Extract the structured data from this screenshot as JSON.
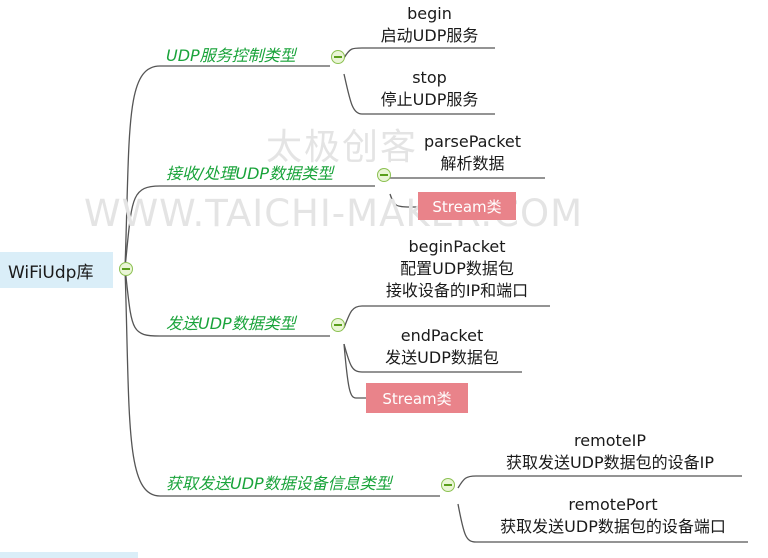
{
  "watermark": {
    "cn": "太极创客",
    "url": "WWW.TAICHI-MAKER.COM"
  },
  "root": {
    "label": "WiFiUdp库"
  },
  "categories": [
    {
      "label": "UDP服务控制类型",
      "items": [
        {
          "title": "begin",
          "desc": "启动UDP服务"
        },
        {
          "title": "stop",
          "desc": "停止UDP服务"
        }
      ]
    },
    {
      "label": "接收/处理UDP数据类型",
      "items": [
        {
          "title": "parsePacket",
          "desc": "解析数据"
        }
      ],
      "tag": "Stream类"
    },
    {
      "label": "发送UDP数据类型",
      "items": [
        {
          "title": "beginPacket",
          "desc": "配置UDP数据包",
          "desc2": "接收设备的IP和端口"
        },
        {
          "title": "endPacket",
          "desc": "发送UDP数据包"
        }
      ],
      "tag": "Stream类"
    },
    {
      "label": "获取发送UDP数据设备信息类型",
      "items": [
        {
          "title": "remoteIP",
          "desc": "获取发送UDP数据包的设备IP"
        },
        {
          "title": "remotePort",
          "desc": "获取发送UDP数据包的设备端口"
        }
      ]
    }
  ],
  "colors": {
    "category_text": "#19a33a",
    "tag_bg": "#e9838a",
    "root_bg": "#daeef8",
    "line": "#555555"
  },
  "icons": {
    "collapse": "minus-circle-icon"
  }
}
